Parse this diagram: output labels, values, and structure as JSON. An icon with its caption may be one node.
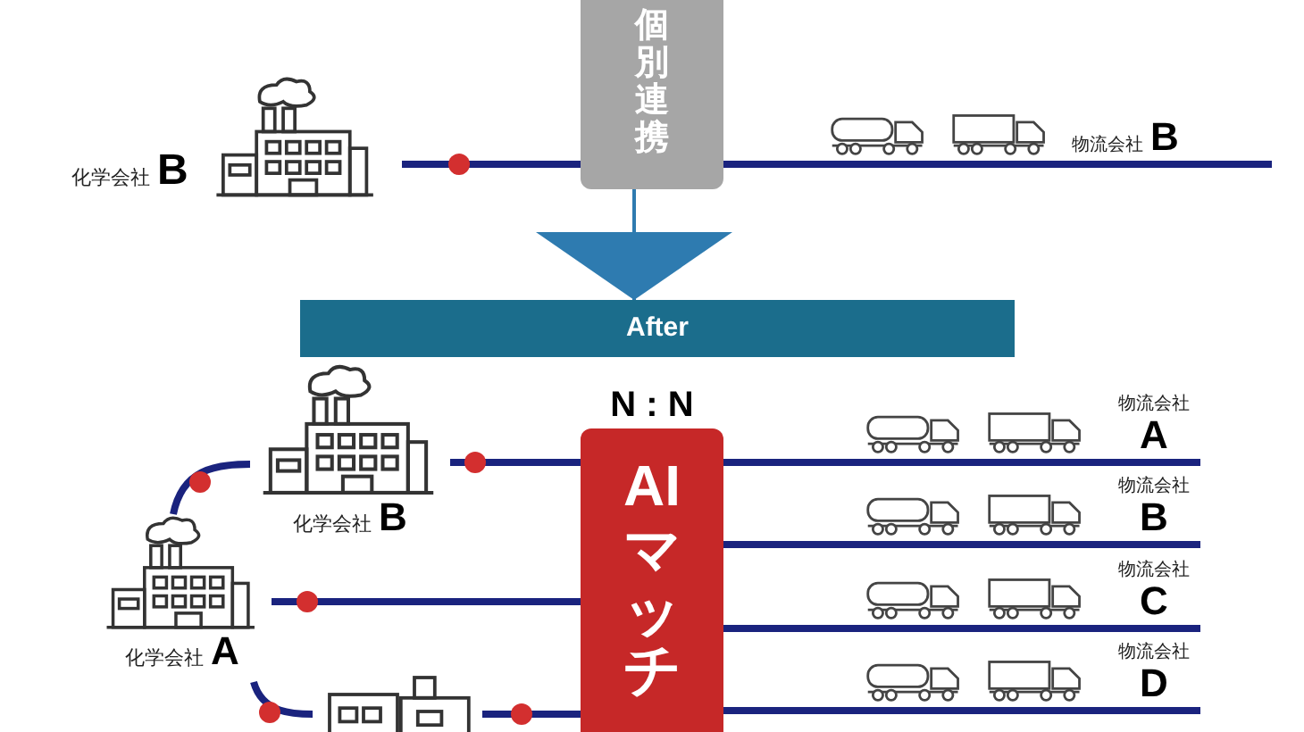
{
  "diagram": {
    "nodes": [
      {
        "text": [
          "個別連携"
        ]
      },
      {
        "text": [
          "化学会社",
          "B"
        ]
      },
      {
        "text": [
          "物流会社",
          "B"
        ]
      },
      {
        "text": [
          "After"
        ]
      },
      {
        "text": [
          "AI",
          "マッチ"
        ]
      },
      {
        "text": [
          "化学会社",
          "B"
        ]
      },
      {
        "text": [
          "化学会社",
          "A"
        ]
      },
      {
        "text": [],
        "shape": "picture"
      },
      {
        "text": [
          "物流会社",
          "A"
        ]
      },
      {
        "text": [
          "物流会社",
          "B"
        ]
      },
      {
        "text": [
          "物流会社",
          "C"
        ]
      },
      {
        "text": [
          "物流会社",
          "D"
        ]
      }
    ],
    "edges": [
      {
        "from": 1,
        "to": 0,
        "arrow": "none"
      },
      {
        "from": 0,
        "to": 2,
        "arrow": "none"
      },
      {
        "from": 0,
        "to": 3,
        "arrow": "to"
      },
      {
        "from": 6,
        "to": 5,
        "arrow": "none"
      },
      {
        "from": 6,
        "to": 4,
        "arrow": "none"
      },
      {
        "from": 5,
        "to": 4,
        "arrow": "none"
      },
      {
        "from": 6,
        "to": 7,
        "arrow": "none"
      },
      {
        "from": 7,
        "to": 4,
        "arrow": "none"
      },
      {
        "from": 4,
        "to": 8,
        "arrow": "none"
      },
      {
        "from": 4,
        "to": 9,
        "arrow": "none"
      },
      {
        "from": 4,
        "to": 10,
        "arrow": "none"
      },
      {
        "from": 4,
        "to": 11,
        "arrow": "none"
      }
    ],
    "labels": [
      "N : N"
    ]
  }
}
